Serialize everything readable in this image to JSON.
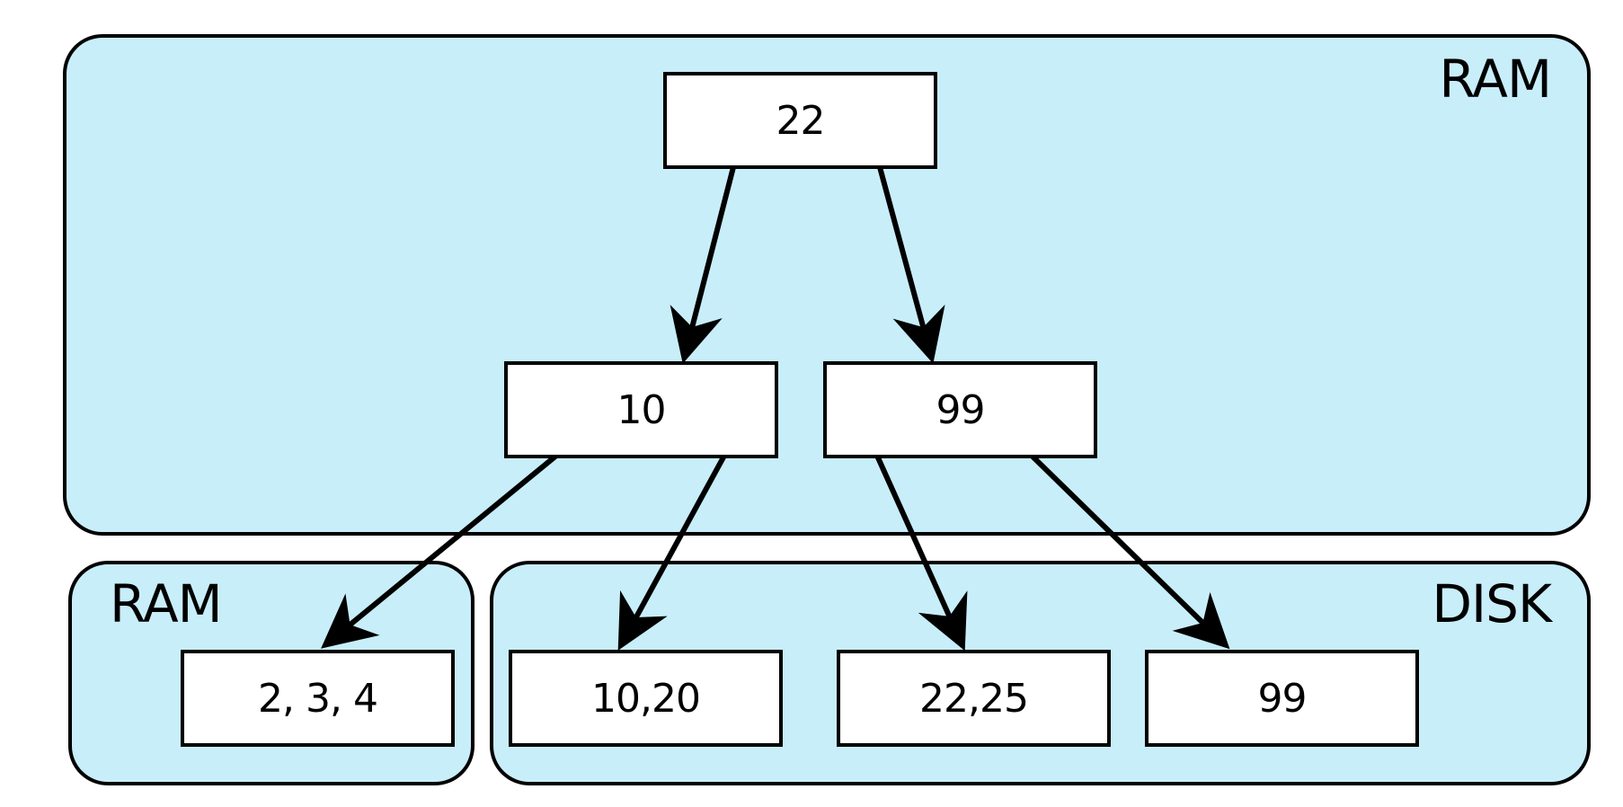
{
  "regions": {
    "ram_top": {
      "label": "RAM"
    },
    "ram_bottom": {
      "label": "RAM"
    },
    "disk": {
      "label": "DISK"
    }
  },
  "nodes": {
    "root": "22",
    "internal_left": "10",
    "internal_right": "99",
    "leaf_1": "2, 3, 4",
    "leaf_2": "10,20",
    "leaf_3": "22,25",
    "leaf_4": "99"
  },
  "colors": {
    "region_fill": "#c8eefa",
    "outline": "#000000",
    "node_fill": "#ffffff"
  }
}
